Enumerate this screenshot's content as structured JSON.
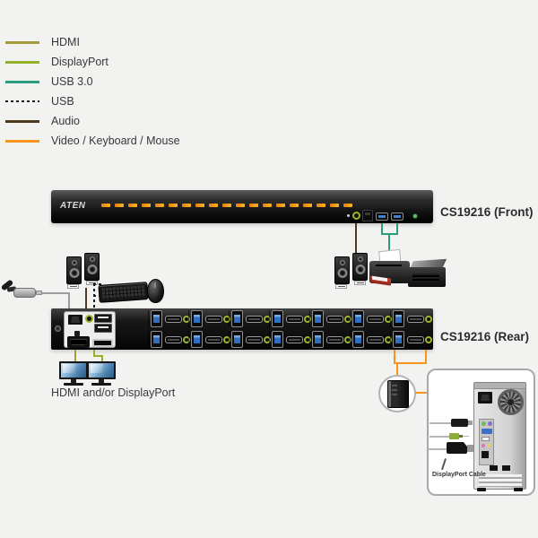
{
  "colors": {
    "hdmi": "#a39b3e",
    "displayport": "#93b229",
    "usb3": "#2b9e82",
    "usb": "#1a1a1a",
    "audio": "#4c3a1e",
    "vkm": "#f7941d"
  },
  "legend": {
    "items": [
      {
        "id": "hdmi",
        "label": "HDMI",
        "style": "solid"
      },
      {
        "id": "displayport",
        "label": "DisplayPort",
        "style": "solid"
      },
      {
        "id": "usb3",
        "label": "USB 3.0",
        "style": "solid"
      },
      {
        "id": "usb",
        "label": "USB",
        "style": "dashed"
      },
      {
        "id": "audio",
        "label": "Audio",
        "style": "solid"
      },
      {
        "id": "vkm",
        "label": "Video / Keyboard / Mouse",
        "style": "solid"
      }
    ]
  },
  "front_panel": {
    "brand": "ATEN",
    "label": "CS19216 (Front)",
    "button_count": 19
  },
  "rear_panel": {
    "label": "CS19216 (Rear)",
    "port_columns": 7,
    "port_rows": 2
  },
  "labels": {
    "monitors": "HDMI and/or DisplayPort",
    "dp_cable": "DisplayPort Cable"
  }
}
